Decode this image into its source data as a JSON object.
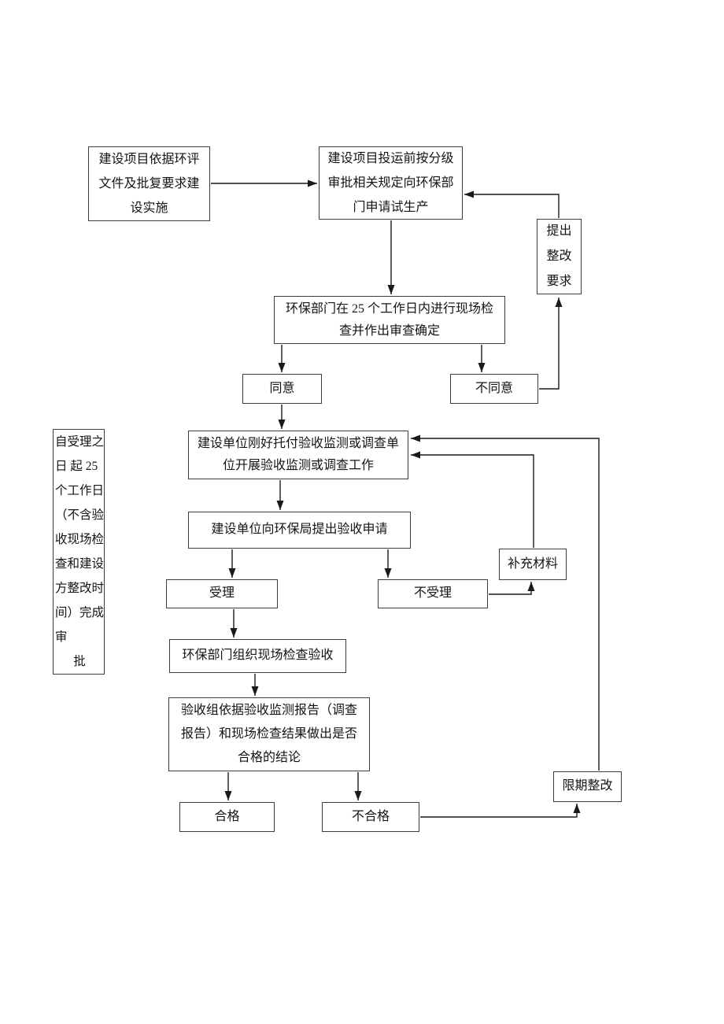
{
  "flowchart": {
    "implement": {
      "lines": [
        "建设项目依据环评",
        "文件及批复要求建",
        "设实施"
      ]
    },
    "apply_trial": {
      "lines": [
        "建设项目投运前按分级",
        "审批相关规定向环保部",
        "门申请试生产"
      ]
    },
    "rectify_request": {
      "lines": [
        "提出",
        "整改",
        "要求"
      ]
    },
    "site_check_25": {
      "lines": [
        "环保部门在 25 个工作日内进行现场检",
        "查并作出审查确定"
      ]
    },
    "agree": {
      "label": "同意"
    },
    "disagree": {
      "label": "不同意"
    },
    "deadline_note": {
      "lines": [
        "自受理之",
        "日 起 25",
        "个工作日",
        "（不含验",
        "收现场检",
        "查和建设",
        "方整改时",
        "间）完成",
        "审",
        "批"
      ]
    },
    "commission_monitor": {
      "lines": [
        "建设单位刚好托付验收监测或调查单",
        "位开展验收监测或调查工作"
      ]
    },
    "apply_acceptance": {
      "label": "建设单位向环保局提出验收申请"
    },
    "accept": {
      "label": "受理"
    },
    "reject": {
      "label": "不受理"
    },
    "supplement": {
      "label": "补充材料"
    },
    "organize_check": {
      "label": "环保部门组织现场检查验收"
    },
    "conclusion": {
      "lines": [
        "验收组依据验收监测报告（调查",
        "报告）和现场检查结果做出是否",
        "合格的结论"
      ]
    },
    "qualified": {
      "label": "合格"
    },
    "unqualified": {
      "label": "不合格"
    },
    "deadline_rectify": {
      "label": "限期整改"
    },
    "colors": {
      "line": "#1a1a1a",
      "box_border": "#3d3d3d",
      "background": "#ffffff"
    }
  }
}
